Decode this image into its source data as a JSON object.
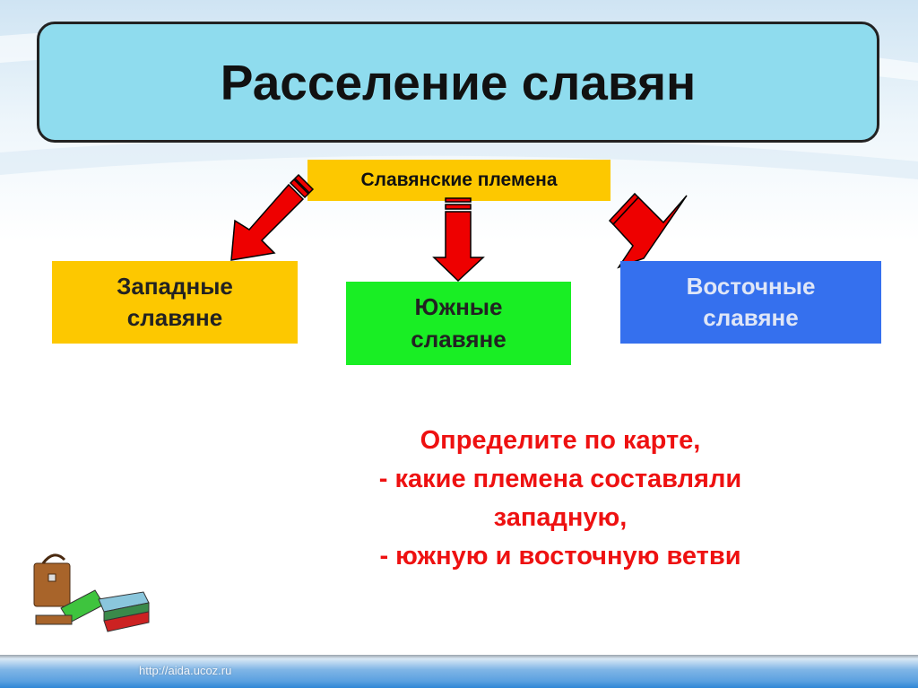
{
  "title": "Расселение славян",
  "root": "Славянские племена",
  "branches": {
    "west": [
      "Западные",
      "славяне"
    ],
    "south": [
      "Южные",
      "славяне"
    ],
    "east": [
      "Восточные",
      "славяне"
    ]
  },
  "question": [
    "Определите по карте,",
    "- какие племена составляли",
    "западную,",
    "- южную и восточную ветви"
  ],
  "footer_url": "http://aida.ucoz.ru",
  "colors": {
    "title_bg": "#8fdcee",
    "yellow": "#fdc800",
    "green": "#19ee24",
    "blue": "#3570ee",
    "red": "#ee1111"
  }
}
